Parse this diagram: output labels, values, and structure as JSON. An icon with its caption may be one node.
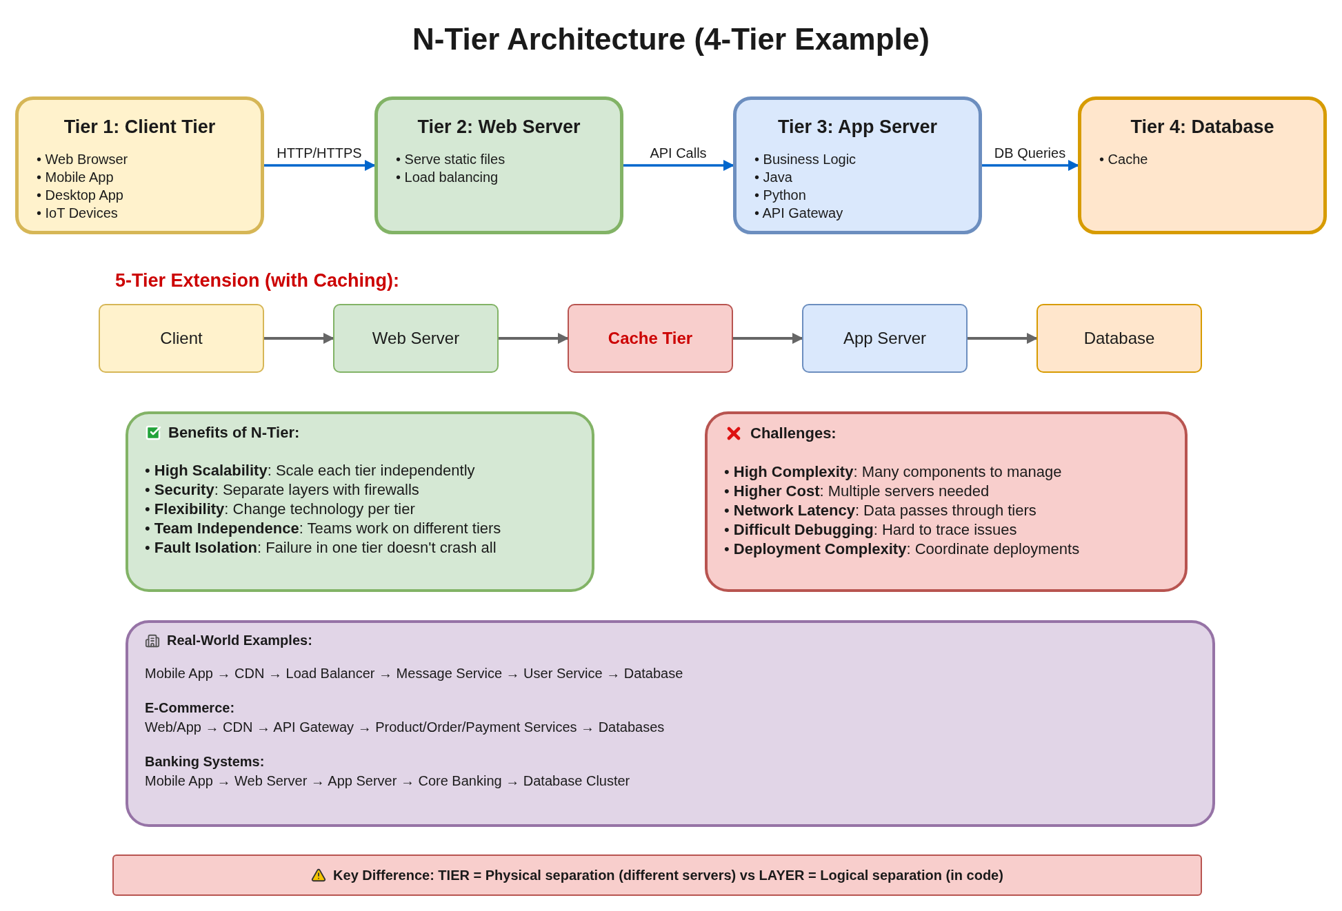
{
  "diagram": {
    "title": "N-Tier Architecture (4-Tier Example)",
    "nodes": [
      {
        "text": [
          "Tier 1: Client Tier",
          "• Web Browser",
          "• Mobile App",
          "• Desktop App",
          "• IoT Devices"
        ]
      },
      {
        "text": [
          "Tier 2: Web Server",
          "• Serve static files",
          "• Load balancing"
        ]
      },
      {
        "text": [
          "Tier 3: App Server",
          "• Business Logic",
          "• Java",
          "• Python",
          "• API Gateway"
        ]
      },
      {
        "text": [
          "Tier 4: Database",
          "• Cache"
        ]
      },
      {
        "text": [
          "Client"
        ]
      },
      {
        "text": [
          "Web Server"
        ]
      },
      {
        "text": [
          "Cache Tier"
        ]
      },
      {
        "text": [
          "App Server"
        ]
      },
      {
        "text": [
          "Database"
        ]
      },
      {
        "text": [
          "Benefits of N-Tier:",
          "• **High Scalability**: Scale each tier independently",
          "• **Security**: Separate layers with firewalls",
          "• **Flexibility**: Change technology per tier",
          "• **Team Independence**: Teams work on different tiers",
          "• **Fault Isolation**: Failure in one tier doesn't crash all"
        ]
      },
      {
        "text": [
          "Challenges:",
          "• **High Complexity**: Many components to manage",
          "• **Higher Cost**: Multiple servers needed",
          "• **Network Latency**: Data passes through tiers",
          "• **Difficult Debugging**: Hard to trace issues",
          "• **Deployment Complexity**: Coordinate deployments"
        ]
      },
      {
        "text": [
          "Real-World Examples:",
          "Mobile App → CDN → Load Balancer → Message Service → User Service → Database",
          "E-Commerce:",
          "Web/App → CDN → API Gateway → Product/Order/Payment Services → Databases",
          "Banking Systems:",
          "Mobile App → Web Server → App Server → Core Banking → Database Cluster"
        ]
      },
      {
        "text": [
          "Key Difference: TIER = Physical separation (different servers) vs LAYER = Logical separation (in code)"
        ]
      }
    ],
    "edges": [
      {
        "from": 0,
        "to": 1,
        "arrow": "to",
        "label": "HTTP/HTTPS",
        "color": "#0066cc"
      },
      {
        "from": 1,
        "to": 2,
        "arrow": "to",
        "label": "API Calls",
        "color": "#0066cc"
      },
      {
        "from": 2,
        "to": 3,
        "arrow": "to",
        "label": "DB Queries",
        "color": "#0066cc"
      },
      {
        "from": 4,
        "to": 5,
        "arrow": "to"
      },
      {
        "from": 5,
        "to": 6,
        "arrow": "to"
      },
      {
        "from": 6,
        "to": 7,
        "arrow": "to"
      },
      {
        "from": 7,
        "to": 8,
        "arrow": "to"
      }
    ],
    "labels": [
      "5-Tier Extension (with Caching):"
    ]
  }
}
